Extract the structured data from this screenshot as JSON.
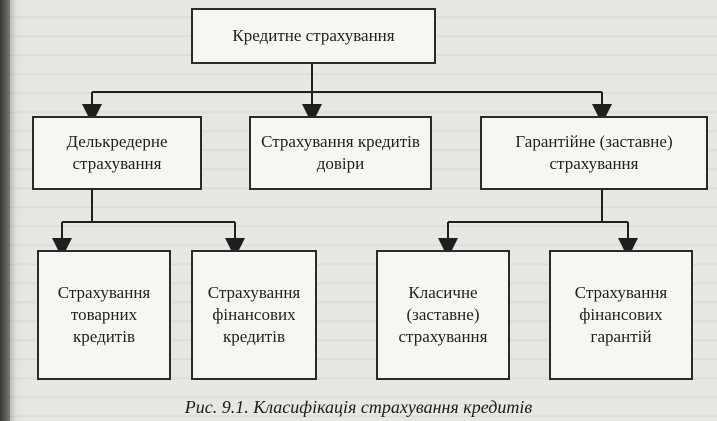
{
  "diagram": {
    "root": "Кредитне страхування",
    "level2": [
      "Делькредерне страхування",
      "Страхування кредитів довіри",
      "Гарантійне (заставне) страхування"
    ],
    "level3": [
      "Страхування товарних кредитів",
      "Страхування фінансових кредитів",
      "Класичне (заставне) страхування",
      "Страхування фінансових гарантій"
    ],
    "caption": "Рис. 9.1. Класифікація страхування кредитів"
  }
}
